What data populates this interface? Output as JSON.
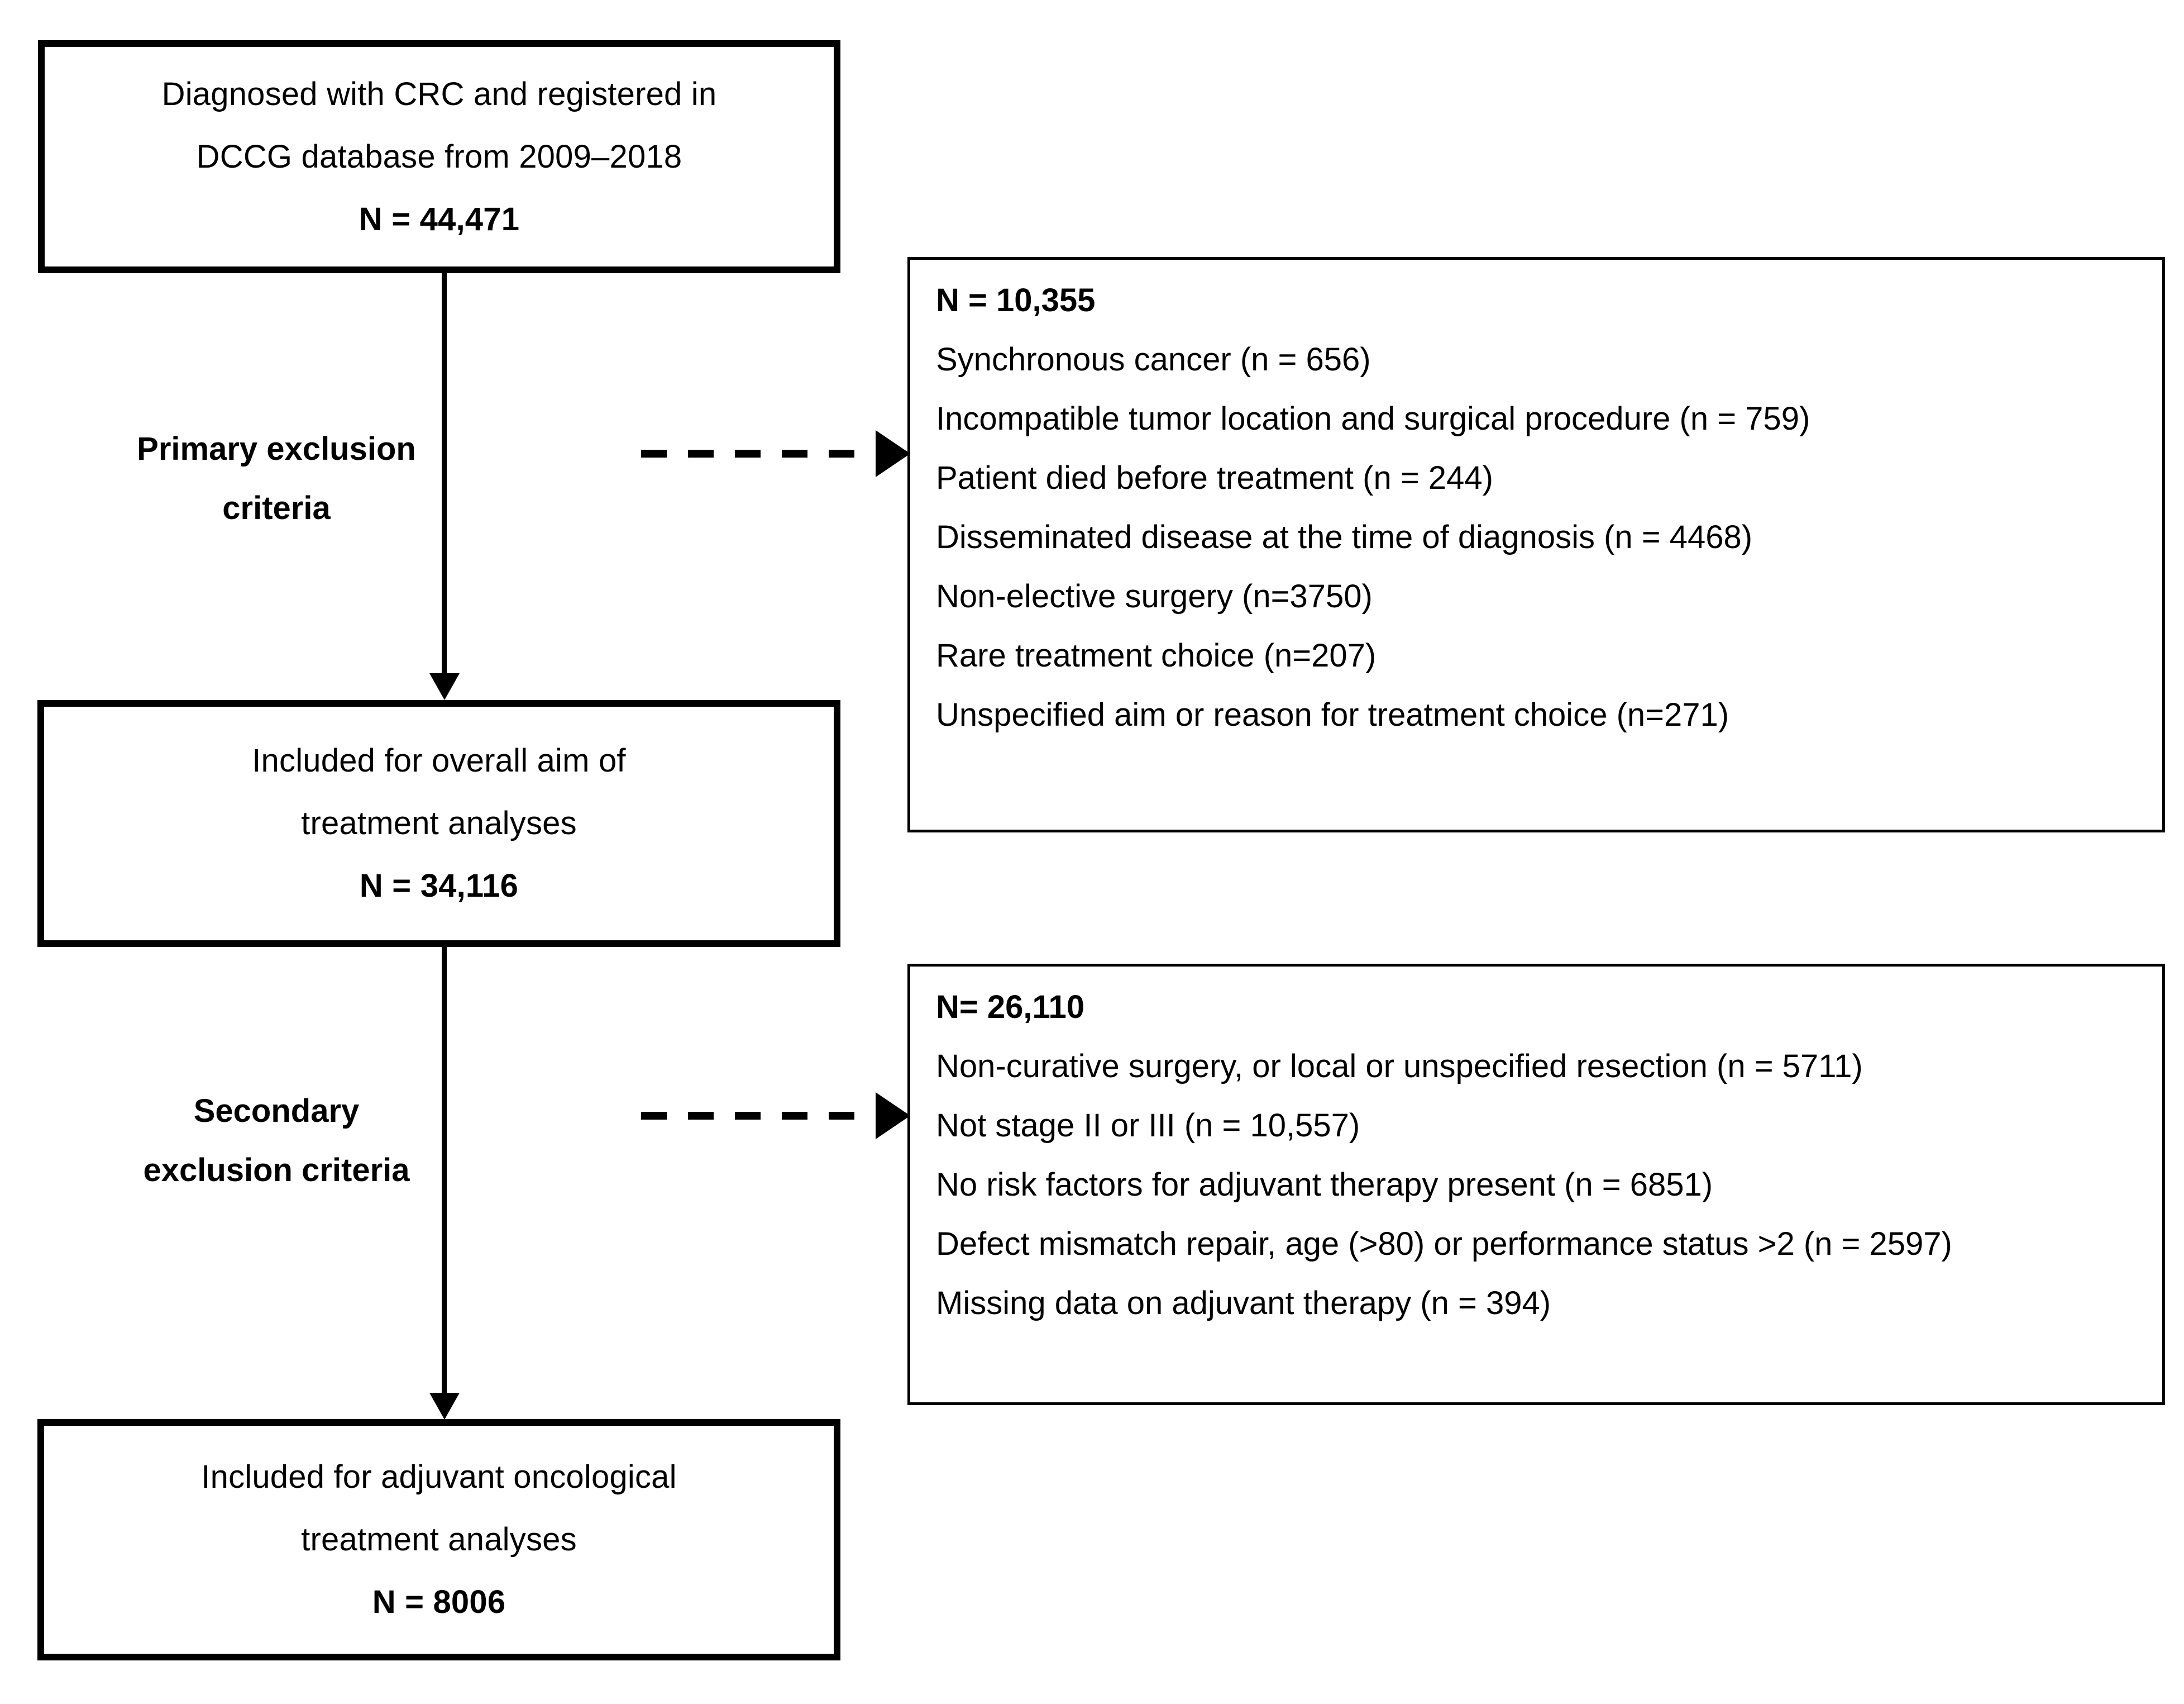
{
  "figure": {
    "type": "flowchart",
    "title": "Study population flow diagram (CRC / DCCG cohort)"
  },
  "boxes": {
    "source_cohort": {
      "line1": "Diagnosed with CRC and registered in",
      "line2": "DCCG database from 2009–2018",
      "line3": "N = 44,471"
    },
    "overall_included": {
      "line1": "Included for overall aim of",
      "line2": "treatment analyses",
      "line3": "N = 34,116"
    },
    "adjuvant_included": {
      "line1": "Included for adjuvant oncological",
      "line2": "treatment analyses",
      "line3": "N = 8006"
    }
  },
  "steps": {
    "primary": {
      "line1": "Primary exclusion",
      "line2": "criteria"
    },
    "secondary": {
      "line1": "Secondary",
      "line2": "exclusion criteria"
    }
  },
  "exclusions": {
    "primary": {
      "total": "N = 10,355",
      "items": [
        "Synchronous cancer (n = 656)",
        "Incompatible tumor location and surgical procedure (n = 759)",
        "Patient died before treatment (n = 244)",
        "Disseminated disease at the time of diagnosis (n = 4468)",
        "Non-elective surgery (n=3750)",
        "Rare treatment choice (n=207)",
        "Unspecified aim or reason for treatment choice (n=271)"
      ]
    },
    "secondary": {
      "total": "N= 26,110",
      "items": [
        "Non-curative surgery, or local or unspecified resection (n = 5711)",
        "Not stage II or III (n = 10,557)",
        "No risk factors for adjuvant therapy present (n = 6851)",
        "Defect mismatch repair, age (>80) or performance status >2 (n = 2597)",
        "Missing data on adjuvant therapy (n = 394)"
      ]
    }
  },
  "colors": {
    "stroke": "#000000",
    "background": "#ffffff"
  }
}
